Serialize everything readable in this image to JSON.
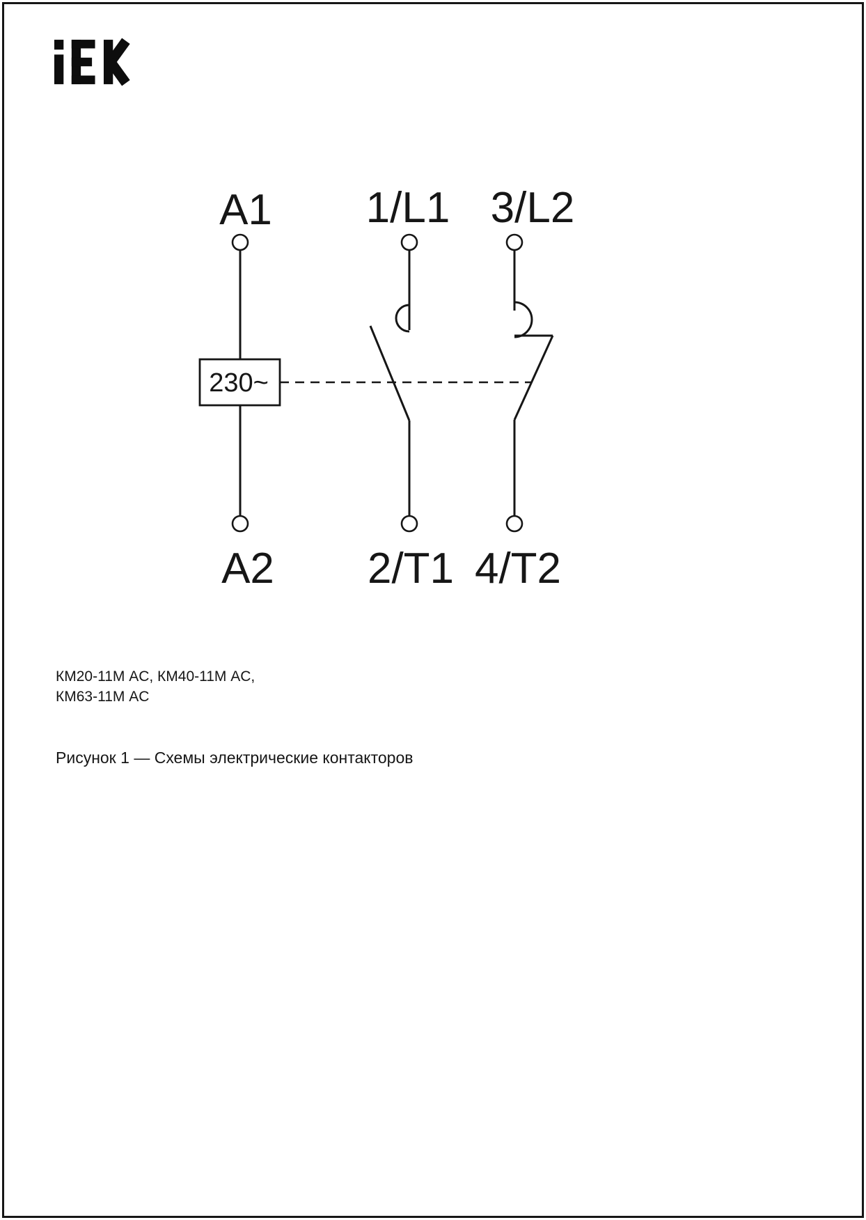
{
  "meta": {
    "background_color": "#ffffff",
    "ink_color": "#161616"
  },
  "logo": {
    "text": "iEK"
  },
  "diagram": {
    "coil_voltage": "230~",
    "terminals": {
      "coil_top": "A1",
      "coil_bottom": "A2",
      "pole1_top": "1/L1",
      "pole1_bottom": "2/T1",
      "pole2_top": "3/L2",
      "pole2_bottom": "4/T2"
    }
  },
  "footer": {
    "models_line1": "КМ20-11М AC, КМ40-11М AC,",
    "models_line2": "КМ63-11М AC",
    "caption": "Рисунок 1 — Схемы электрические контакторов"
  }
}
